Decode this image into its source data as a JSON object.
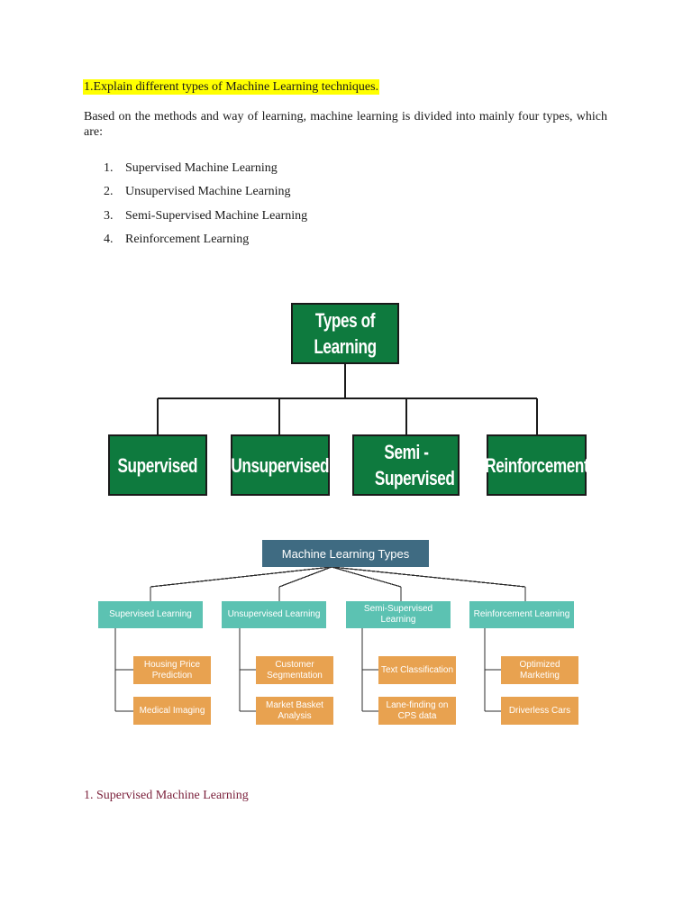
{
  "question": "1.Explain different types of Machine Learning techniques.",
  "intro": "Based on the methods and way of learning, machine learning is divided into mainly four types, which are:",
  "list": [
    {
      "num": "1.",
      "text": "Supervised Machine Learning"
    },
    {
      "num": "2.",
      "text": "Unsupervised Machine Learning"
    },
    {
      "num": "3.",
      "text": "Semi-Supervised Machine Learning"
    },
    {
      "num": "4.",
      "text": "Reinforcement Learning"
    }
  ],
  "diagram1": {
    "root": "Types of Learning",
    "leaves": [
      "Supervised",
      "Unsupervised",
      "Semi - Supervised",
      "Reinforcement"
    ],
    "colors": {
      "box": "#0e7a3e",
      "line": "#1a1a1a"
    }
  },
  "diagram2": {
    "root": "Machine Learning Types",
    "categories": [
      {
        "label": "Supervised Learning",
        "items": [
          "Housing Price Prediction",
          "Medical Imaging"
        ]
      },
      {
        "label": "Unsupervised Learning",
        "items": [
          "Customer Segmentation",
          "Market Basket Analysis"
        ]
      },
      {
        "label": "Semi-Supervised Learning",
        "items": [
          "Text Classification",
          "Lane-finding on CPS data"
        ]
      },
      {
        "label": "Reinforcement Learning",
        "items": [
          "Optimized Marketing",
          "Driverless Cars"
        ]
      }
    ],
    "colors": {
      "root": "#3f6b82",
      "category": "#5cc2b2",
      "item": "#e8a250"
    }
  },
  "section_heading": "1. Supervised Machine Learning"
}
